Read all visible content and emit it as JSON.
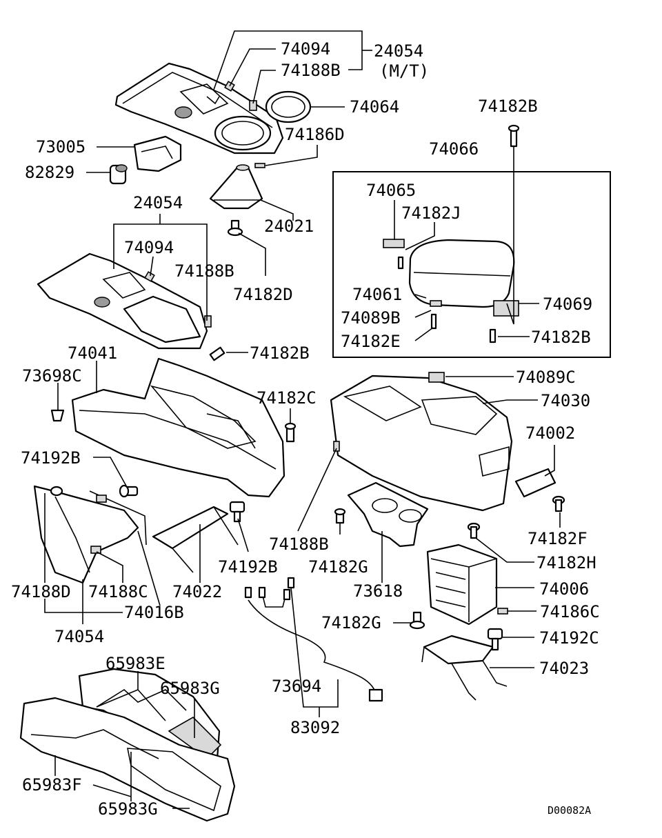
{
  "labels": {
    "l74094_top": "74094",
    "l24054_top": "24054",
    "l_mt": "(M/T)",
    "l74188b_top": "74188B",
    "l74064": "74064",
    "l74182b_a": "74182B",
    "l74186d": "74186D",
    "l73005": "73005",
    "l82829": "82829",
    "l74066": "74066",
    "l24054_mid": "24054",
    "l24021": "24021",
    "l74065": "74065",
    "l74182j": "74182J",
    "l74094_mid": "74094",
    "l74188b_mid": "74188B",
    "l74182d": "74182D",
    "l74061": "74061",
    "l74069": "74069",
    "l74089b": "74089B",
    "l74182e": "74182E",
    "l74182b_b": "74182B",
    "l74041": "74041",
    "l74182b_c": "74182B",
    "l73698c": "73698C",
    "l74089c": "74089C",
    "l74182c": "74182C",
    "l74030": "74030",
    "l74002": "74002",
    "l74192b_a": "74192B",
    "l74182f": "74182F",
    "l74188b_low": "74188B",
    "l74182h": "74182H",
    "l74192b_b": "74192B",
    "l74182g_a": "74182G",
    "l74188d": "74188D",
    "l74188c": "74188C",
    "l74022": "74022",
    "l73618": "73618",
    "l74006": "74006",
    "l74016b": "74016B",
    "l74186c": "74186C",
    "l74182g_b": "74182G",
    "l74054": "74054",
    "l74192c": "74192C",
    "l74023": "74023",
    "l65983e": "65983E",
    "l65983g_a": "65983G",
    "l73694": "73694",
    "l83092": "83092",
    "l65983f": "65983F",
    "l65983g_b": "65983G",
    "diagram_code": "D00082A"
  }
}
